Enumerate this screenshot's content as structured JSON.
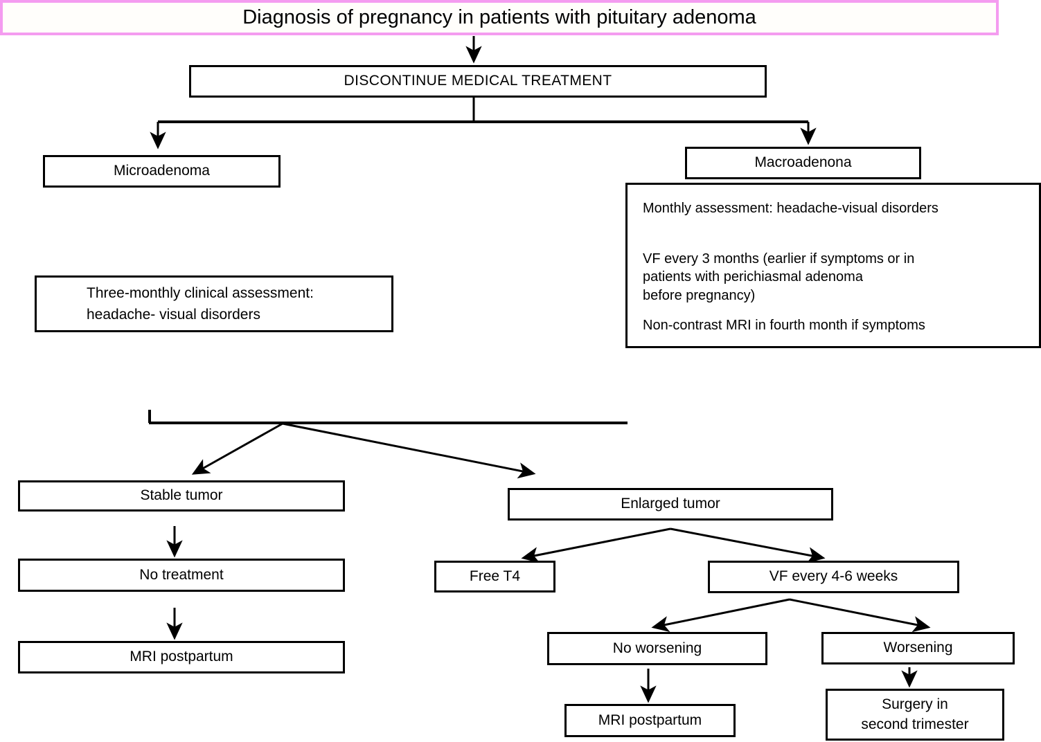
{
  "diagram": {
    "title": "Diagnosis of pregnancy in patients with pituitary adenoma",
    "accent_color": "#f49cf0",
    "line_color": "#000000",
    "background": "#ffffff",
    "nodes": {
      "title_box": "Diagnosis of pregnancy in patients with pituitary adenoma",
      "discontinue": "DISCONTINUE MEDICAL TREATMENT",
      "microadenoma": "Microadenoma",
      "macroadenona": "Macroadenona",
      "micro_followup": "Three-monthly clinical assessment:\nheadache- visual disorders",
      "macro_followup_line1": "Monthly assessment: headache-visual disorders",
      "macro_followup_line2": "VF every 3 months (earlier if symptoms or in\npatients with perichiasmal adenoma\nbefore pregnancy)",
      "macro_followup_line3": "Non-contrast MRI in fourth month if symptoms",
      "stable_tumor": "Stable tumor",
      "no_treatment": "No treatment",
      "mri_postpartum_left": "MRI postpartum",
      "enlarged_tumor": "Enlarged tumor",
      "free_t4": "Free T4",
      "vf_every_4_6_weeks": "VF every 4-6 weeks",
      "no_worsening": "No worsening",
      "worsening": "Worsening",
      "mri_postpartum_right": "MRI postpartum",
      "surgery_second_trimester": "Surgery in\nsecond trimester"
    }
  }
}
